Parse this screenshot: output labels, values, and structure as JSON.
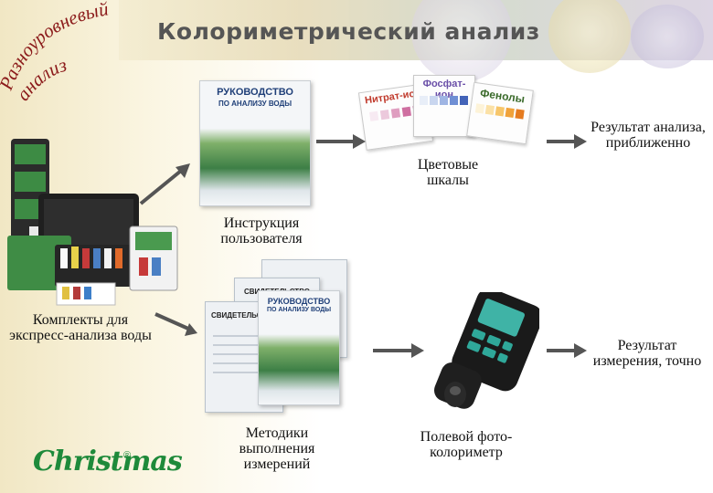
{
  "header": {
    "title": "Колориметрический анализ",
    "arc_line1": "Разноуровневый",
    "arc_line2": "анализ"
  },
  "labels": {
    "color_scales": "Цветовые шкалы",
    "result_approx": "Результат анализа, приближенно",
    "user_manual": "Инструкция пользователя",
    "kits": "Комплекты для экспресс-анализа воды",
    "result_exact": "Результат измерения, точно",
    "methods": "Методики выполнения измерений",
    "photometer": "Полевой фото-колориметр"
  },
  "book": {
    "title_line1": "РУКОВОДСТВО",
    "title_line2": "ПО АНАЛИЗУ ВОДЫ"
  },
  "certificate": {
    "title": "СВИДЕТЕЛЬСТВО"
  },
  "scales": {
    "nitrate": "Нитрат-ион",
    "phosphate": "Фосфат-ион",
    "phenols": "Фенолы"
  },
  "logo": {
    "brand": "Christmas",
    "mark": "®"
  },
  "colors": {
    "arrow": "#555555",
    "arc_text": "#8b1a1a",
    "logo": "#1e8a3a"
  }
}
